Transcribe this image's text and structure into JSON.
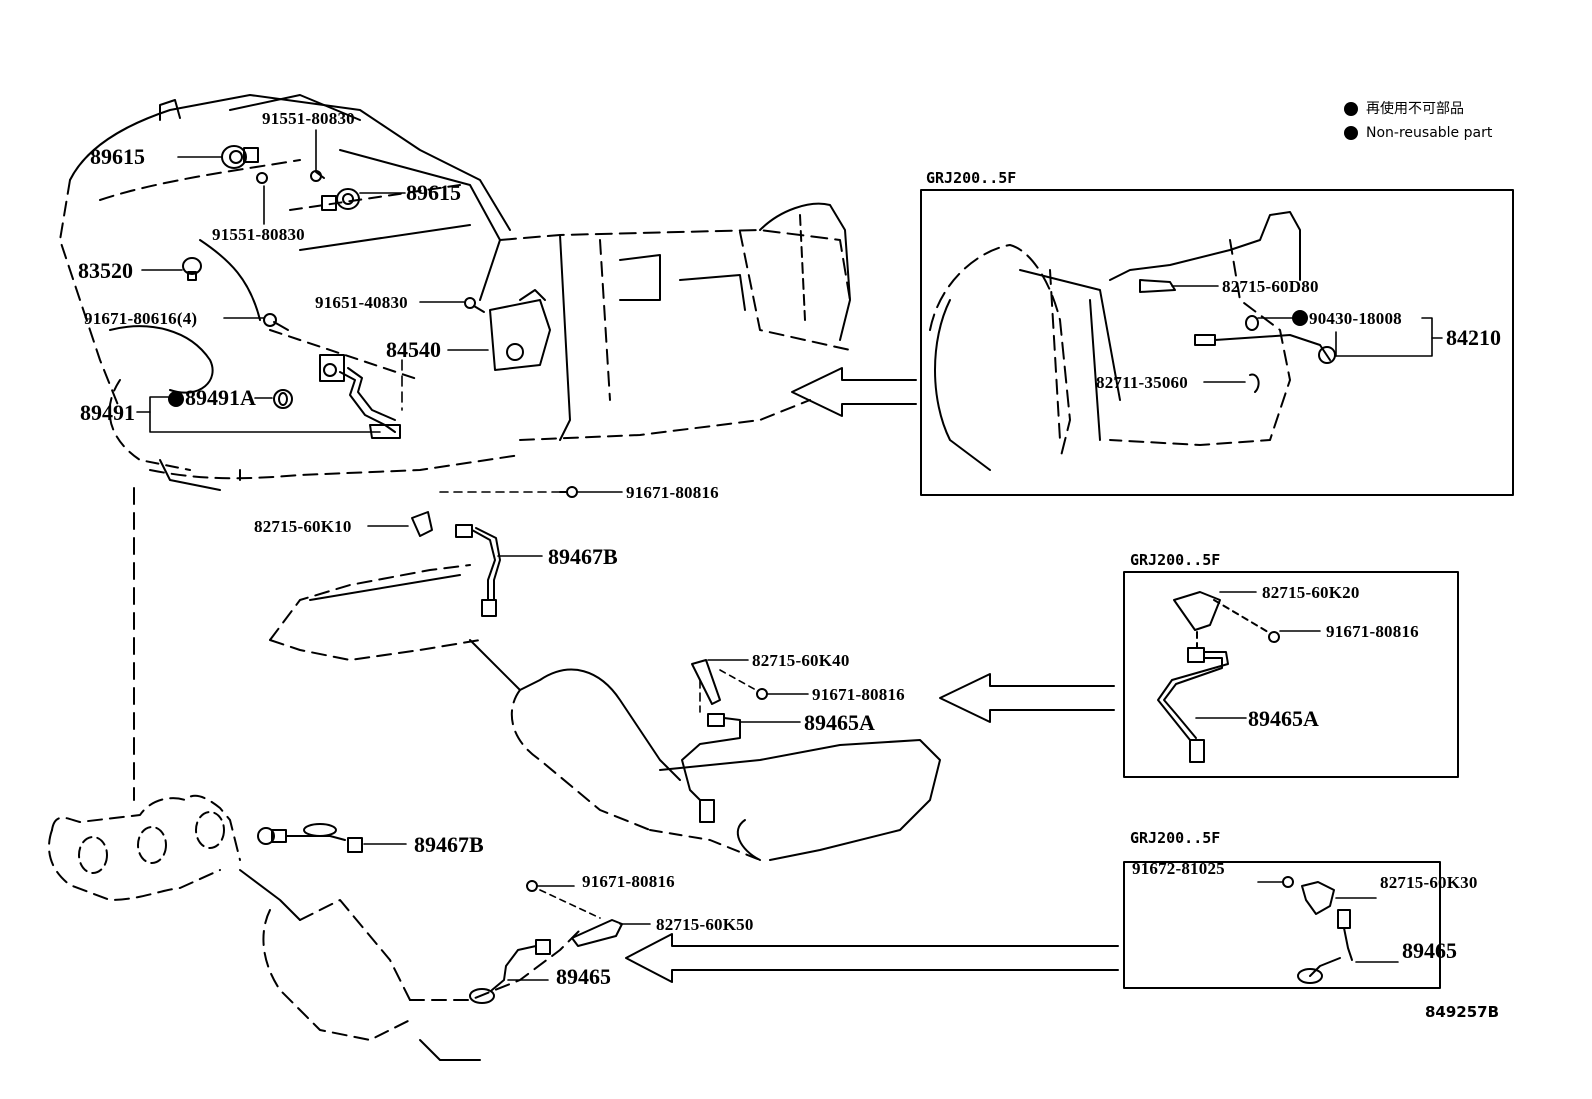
{
  "diagram": {
    "type": "parts-exploded-view",
    "reference_code": "849257B",
    "legend": {
      "items": [
        {
          "symbol": "filled-circle",
          "text_ja": "再使用不可部品"
        },
        {
          "symbol": "filled-circle",
          "text_en": "Non-reusable part"
        }
      ]
    },
    "main_assembly": {
      "parts": [
        {
          "id": "p1",
          "number": "91551-80830",
          "note": "upper bolt"
        },
        {
          "id": "p2",
          "number": "89615",
          "note": "left sensor"
        },
        {
          "id": "p3",
          "number": "89615",
          "note": "right sensor"
        },
        {
          "id": "p4",
          "number": "91551-80830",
          "note": "lower bolt"
        },
        {
          "id": "p5",
          "number": "83520"
        },
        {
          "id": "p6",
          "number": "91651-40830"
        },
        {
          "id": "p7",
          "number": "91671-80616(4)"
        },
        {
          "id": "p8",
          "number": "84540"
        },
        {
          "id": "p9",
          "number": "89491A",
          "non_reusable": true
        },
        {
          "id": "p10",
          "number": "89491"
        }
      ]
    },
    "variant_boxes": [
      {
        "id": "box-top",
        "label": "GRJ200..5F",
        "parts": [
          {
            "number": "82715-60D80"
          },
          {
            "number": "90430-18008",
            "non_reusable": true
          },
          {
            "number": "84210"
          },
          {
            "number": "82711-35060"
          }
        ]
      },
      {
        "id": "box-middle",
        "label": "GRJ200..5F",
        "parts": [
          {
            "number": "82715-60K20"
          },
          {
            "number": "91671-80816"
          },
          {
            "number": "89465A"
          }
        ]
      },
      {
        "id": "box-bottom",
        "label": "GRJ200..5F",
        "parts": [
          {
            "number": "91672-81025"
          },
          {
            "number": "82715-60K30"
          },
          {
            "number": "89465"
          }
        ]
      }
    ],
    "exhaust_front": {
      "parts": [
        {
          "number": "91671-80816"
        },
        {
          "number": "82715-60K10"
        },
        {
          "number": "89467B"
        },
        {
          "number": "82715-60K40"
        },
        {
          "number": "91671-80816"
        },
        {
          "number": "89465A"
        }
      ]
    },
    "exhaust_rear": {
      "parts": [
        {
          "number": "89467B"
        },
        {
          "number": "91671-80816"
        },
        {
          "number": "82715-60K50"
        },
        {
          "number": "89465"
        }
      ]
    }
  }
}
